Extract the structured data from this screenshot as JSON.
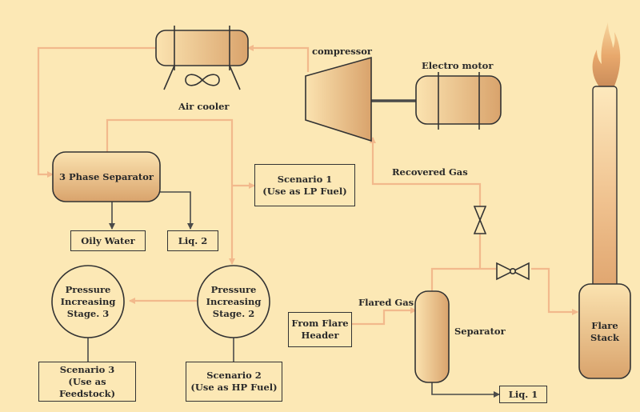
{
  "labels": {
    "air_cooler": "Air cooler",
    "compressor": "compressor",
    "electro_motor": "Electro motor",
    "recovered_gas": "Recovered Gas",
    "flared_gas": "Flared Gas",
    "separator": "Separator",
    "three_phase_separator": "3 Phase Separator",
    "flare_stack": "Flare\nStack"
  },
  "boxes": {
    "scenario1": "Scenario 1\n(Use as LP Fuel)",
    "oily_water": "Oily Water",
    "liq2": "Liq. 2",
    "scenario3": "Scenario 3\n(Use as Feedstock)",
    "scenario2": "Scenario 2\n(Use as HP Fuel)",
    "from_flare_header": "From Flare\nHeader",
    "liq1": "Liq. 1"
  },
  "stages": {
    "stage3": "Pressure\nIncreasing\nStage. 3",
    "stage2": "Pressure\nIncreasing\nStage. 2"
  },
  "colors": {
    "background": "#fce8b5",
    "stream_line": "#f2b98c",
    "outline": "#333333",
    "equipment_fill": "#e8b57d"
  }
}
